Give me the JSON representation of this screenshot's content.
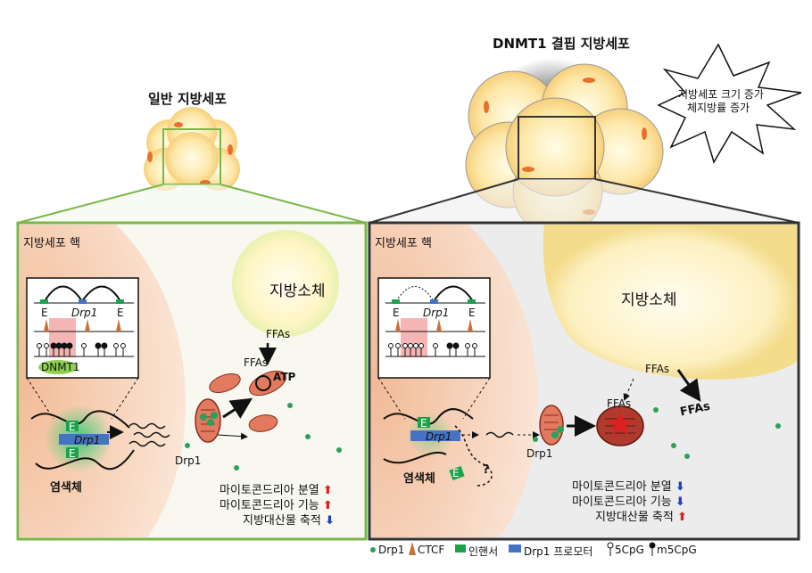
{
  "normal": {
    "title": "일반 지방세포",
    "nucleus_label": "지방세포 핵",
    "lipid_label": "지방소체",
    "chromosome_label": "염색체",
    "dnmt1_label": "DNMT1",
    "gene_label": "Drp1",
    "enhancer_letter": "E",
    "ffas_top": "FFAs",
    "ffas_mid": "FFAs",
    "atp_label": "ATP",
    "drp1_label": "Drp1",
    "outcomes": [
      {
        "text": "마이토콘드리아 분열",
        "arrow": "⬆",
        "direction": "up"
      },
      {
        "text": "마이토콘드리아 기능",
        "arrow": "⬆",
        "direction": "up"
      },
      {
        "text": "지방대산물 축적",
        "arrow": "⬇",
        "direction": "down"
      }
    ]
  },
  "ko": {
    "title": "DNMT1 결핍 지방세포",
    "burst_line1": "지방세포 크기 증가",
    "burst_line2": "체지방률 증가",
    "nucleus_label": "지방세포 핵",
    "lipid_label": "지방소체",
    "chromosome_label": "염색체",
    "gene_label": "Drp1",
    "enhancer_letter": "E",
    "question": "?",
    "ffas_top": "FFAs",
    "ffas_mito": "FFAs",
    "ffas_out": "FFAs",
    "drp1_label": "Drp1",
    "outcomes": [
      {
        "text": "마이토콘드리아 분열",
        "arrow": "⬇",
        "direction": "down"
      },
      {
        "text": "마이토콘드리아 기능",
        "arrow": "⬇",
        "direction": "down"
      },
      {
        "text": "지방대산물 축적",
        "arrow": "⬆",
        "direction": "up"
      }
    ]
  },
  "legend": {
    "items": [
      "Drp1",
      "CTCF",
      "인핸서",
      "Drp1 프로모터",
      "5CpG",
      "m5CpG"
    ]
  },
  "colors": {
    "green_frame": "#7ab648",
    "dark_frame": "#333333",
    "nucleus": "#f4c7a5",
    "lipid": "#fff3b0",
    "enhancer": "#1aa34a",
    "promoter": "#4472c4",
    "ctcf": "#c8703a",
    "mito": "#c0392b"
  }
}
